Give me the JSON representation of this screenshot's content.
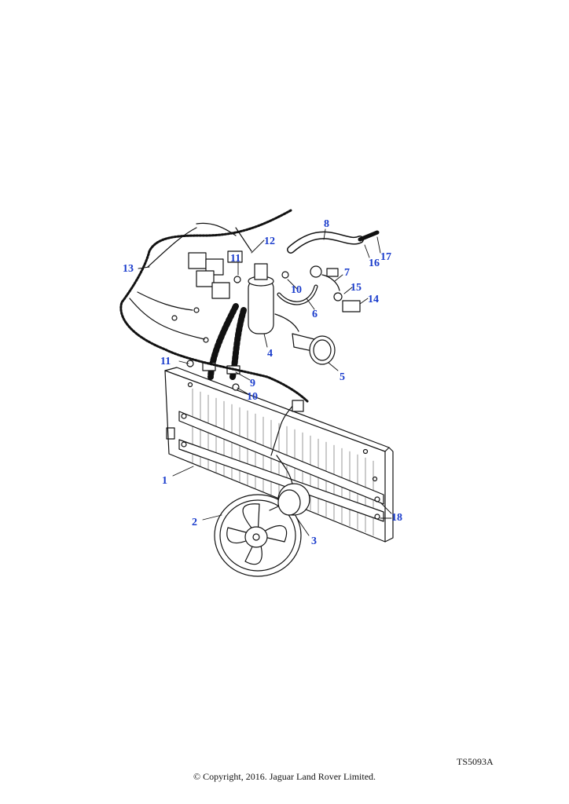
{
  "callouts": [
    {
      "label": "1"
    },
    {
      "label": "2"
    },
    {
      "label": "3"
    },
    {
      "label": "4"
    },
    {
      "label": "5"
    },
    {
      "label": "6"
    },
    {
      "label": "7"
    },
    {
      "label": "8"
    },
    {
      "label": "9"
    },
    {
      "label": "10"
    },
    {
      "label": "10"
    },
    {
      "label": "11"
    },
    {
      "label": "11"
    },
    {
      "label": "12"
    },
    {
      "label": "13"
    },
    {
      "label": "14"
    },
    {
      "label": "15"
    },
    {
      "label": "16"
    },
    {
      "label": "17"
    },
    {
      "label": "18"
    }
  ],
  "figure_ref": "TS5093A",
  "copyright": "© Copyright, 2016. Jaguar Land Rover Limited.",
  "colors": {
    "callout": "#1a3ccc",
    "line": "#111111"
  }
}
